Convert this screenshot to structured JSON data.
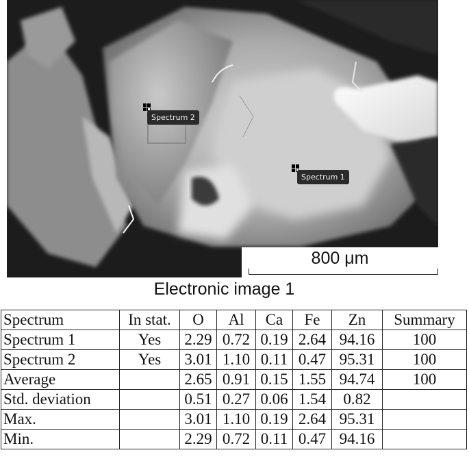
{
  "micrograph": {
    "spectrum_labels": [
      "Spectrum 2",
      "Spectrum 1"
    ],
    "scale_label": "800 μm",
    "caption": "Electronic image 1"
  },
  "table": {
    "headers": [
      "Spectrum",
      "In stat.",
      "O",
      "Al",
      "Ca",
      "Fe",
      "Zn",
      "Summary"
    ],
    "rows": [
      [
        "Spectrum 1",
        "Yes",
        "2.29",
        "0.72",
        "0.19",
        "2.64",
        "94.16",
        "100"
      ],
      [
        "Spectrum 2",
        "Yes",
        "3.01",
        "1.10",
        "0.11",
        "0.47",
        "95.31",
        "100"
      ],
      [
        "Average",
        "",
        "2.65",
        "0.91",
        "0.15",
        "1.55",
        "94.74",
        "100"
      ],
      [
        "Std. deviation",
        "",
        "0.51",
        "0.27",
        "0.06",
        "1.54",
        "0.82",
        ""
      ],
      [
        "Max.",
        "",
        "3.01",
        "1.10",
        "0.19",
        "2.64",
        "95.31",
        ""
      ],
      [
        "Min.",
        "",
        "2.29",
        "0.72",
        "0.11",
        "0.47",
        "94.16",
        ""
      ]
    ]
  }
}
